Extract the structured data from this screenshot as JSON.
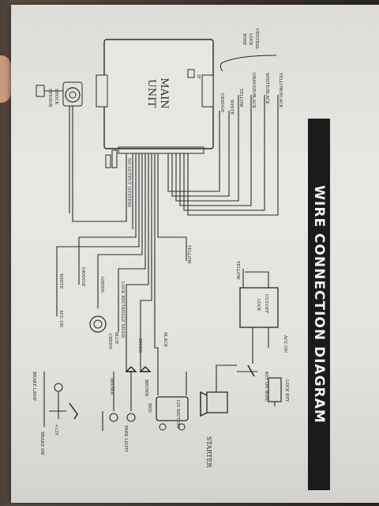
{
  "title": "WIRE CONNECTION DIAGRAM",
  "main_unit": {
    "line1": "MAIN",
    "line2": "UNIT",
    "port_label": "IP"
  },
  "central_lock": {
    "label_1": "CENTRAL",
    "label_2": "LOCK",
    "label_3": "WIRE"
  },
  "central_wires": [
    "YELLOW/BLACK",
    "WHITE/BLACK",
    "ORANGE/BLACK",
    "YELLOW",
    "WHITE",
    "ORANGE"
  ],
  "shock_sensor": {
    "label_1": "SHOCK",
    "label_2": "SENSOR"
  },
  "labels": {
    "no_output": "NO OUTPUT (SYSTEM)",
    "orange": "ORANGE",
    "white": "WHITE",
    "acc_on": "ACC ON",
    "green": "GREEN",
    "yellow": "YELLOW",
    "lock_rectangle": "LOCK RECTANGLE DIODE",
    "blue": "BLUE",
    "black": "BLACK",
    "diode": "DIODE",
    "brown": "BROWN",
    "red": "RED",
    "battery": "12V BATTERY",
    "brake_lamp": "BRAKE LAMP",
    "plus_12v": "+12V",
    "brake_sw": "BRAKE SW",
    "park_light": "PARK LIGHT",
    "starter": "STARTER",
    "cut_off": "CUT-OFF",
    "starter_lock": "LOCK",
    "ign_on": "ACC ON",
    "key_on": "KEY ON WIRE",
    "lock_key": "LOCK KEY",
    "yellow_2": "YELLOW"
  }
}
